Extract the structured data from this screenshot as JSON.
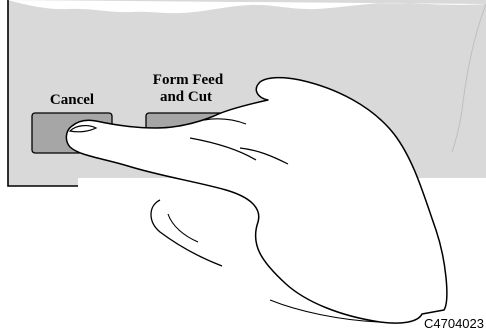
{
  "panel": {
    "buttons": [
      {
        "label_lines": [
          "Cancel"
        ],
        "icon": "cancel-button"
      },
      {
        "label_lines": [
          "Form Feed",
          "and Cut"
        ],
        "icon": "form-feed-and-cut-button"
      }
    ]
  },
  "figure_id": "C4704023",
  "colors": {
    "panel_fill": "#d9d9d9",
    "button_fill": "#a6a6a6",
    "outline": "#000000",
    "hand_fill": "#ffffff"
  }
}
